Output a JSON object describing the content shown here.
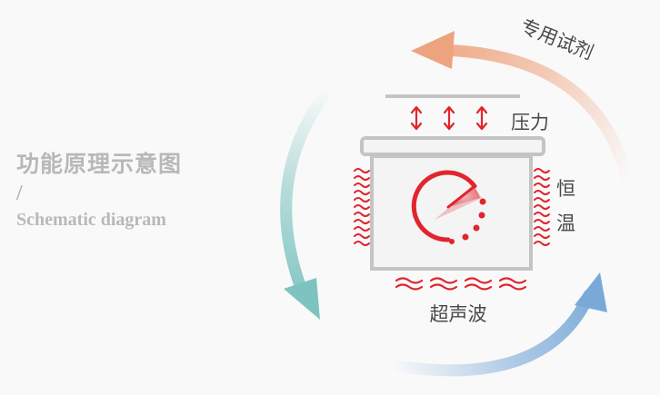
{
  "title": {
    "chinese": "功能原理示意图",
    "separator": "/",
    "english": "Schematic diagram"
  },
  "labels": {
    "reagent": "专用试剂",
    "pressure": "压力",
    "temp_char_1": "恒",
    "temp_char_2": "温",
    "ultrasound": "超声波"
  },
  "colors": {
    "arrow_orange": "#eea37f",
    "arrow_teal": "#7dc3c0",
    "arrow_blue": "#7aa9d8",
    "accent_red": "#e0252e",
    "device_gray": "#c4c4c4",
    "title_gray": "#b8b8b8",
    "label_dark": "#4a4a4a",
    "background": "#f9f9f9"
  }
}
